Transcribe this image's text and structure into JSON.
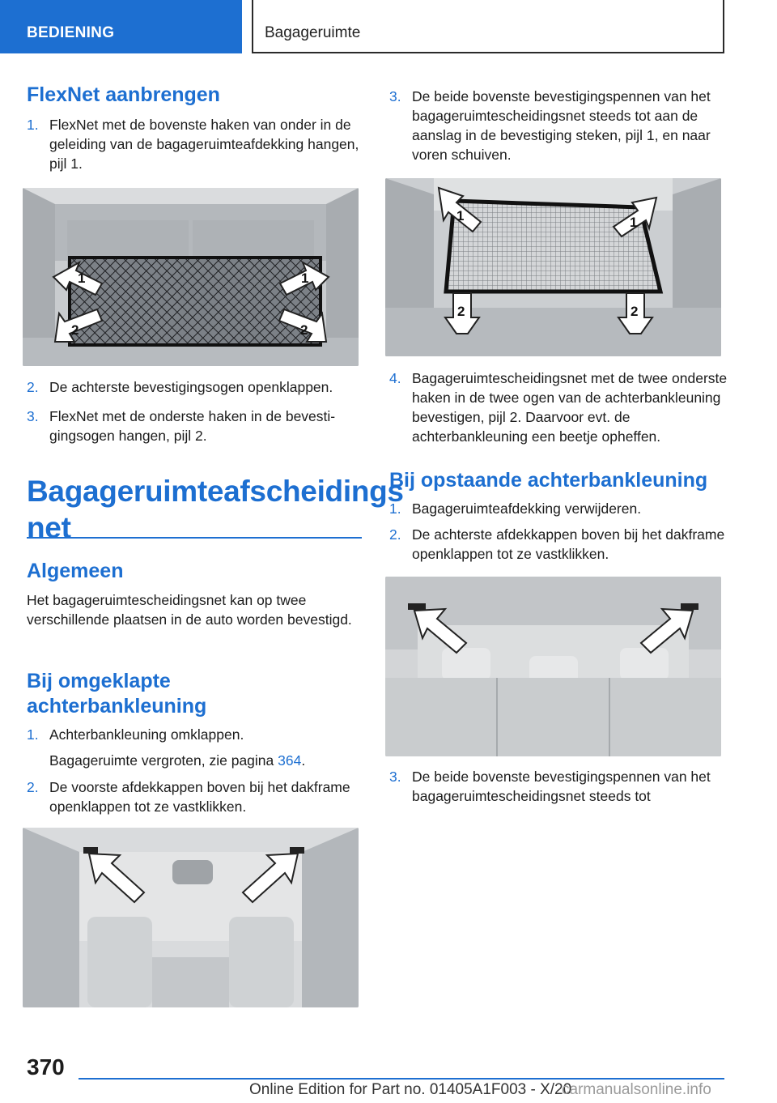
{
  "header": {
    "section": "BEDIENING",
    "chapter": "Bagageruimte"
  },
  "left": {
    "flexnet_title": "FlexNet aanbrengen",
    "flexnet_step1_num": "1.",
    "flexnet_step1_text": "FlexNet met de bovenste haken van onder in de geleiding van de bagageruimteafdekking hangen, pijl 1.",
    "flexnet_step2_num": "2.",
    "flexnet_step2_text": "De achterste bevestigingsogen openklappen.",
    "flexnet_step3_num": "3.",
    "flexnet_step3_text": "FlexNet met de onderste haken in de bevesti­gingsogen hangen, pijl 2.",
    "section_title_line1": "Bagageruimteafscheidings",
    "section_title_line2": "net",
    "general_title": "Algemeen",
    "general_text": "Het bagageruimtescheidingsnet kan op twee verschillende plaatsen in de auto worden beves­tigd.",
    "folded_title_line1": "Bij omgeklapte",
    "folded_title_line2": "achterbankleuning",
    "folded_step1_num": "1.",
    "folded_step1_text": "Achterbankleuning omklappen.",
    "folded_step1_note": "Bagageruimte vergroten, zie pagina ",
    "folded_step1_link": "364",
    "folded_step1_note_end": ".",
    "folded_step2_num": "2.",
    "folded_step2_text": "De voorste afdekkappen boven bij het dak­frame openklappen tot ze vastklikken."
  },
  "right": {
    "folded_step3_num": "3.",
    "folded_step3_text": "De beide bovenste bevestigingspennen van het bagageruimtescheidingsnet steeds tot aan de aanslag in de bevestiging steken, pijl 1, en naar voren schuiven.",
    "folded_step4_num": "4.",
    "folded_step4_text": "Bagageruimtescheidingsnet met de twee on­derste haken in de twee ogen van de achter­bankleuning bevestigen, pijl 2. Daarvoor evt. de achterbankleuning een beetje opheffen.",
    "upright_title": "Bij opstaande achterbankleuning",
    "upright_step1_num": "1.",
    "upright_step1_text": "Bagageruimteafdekking verwijderen.",
    "upright_step2_num": "2.",
    "upright_step2_text": "De achterste afdekkappen boven bij het dak­frame openklappen tot ze vastklikken.",
    "upright_step3_num": "3.",
    "upright_step3_text": "De beide bovenste bevestigingspennen van het bagageruimtescheidingsnet steeds tot"
  },
  "figures": {
    "arrow_label_1": "1",
    "arrow_label_2": "2"
  },
  "footer": {
    "page_number": "370",
    "edition": "Online Edition for Part no. 01405A1F003 - X/20",
    "watermark": "carmanualsonline.info"
  }
}
